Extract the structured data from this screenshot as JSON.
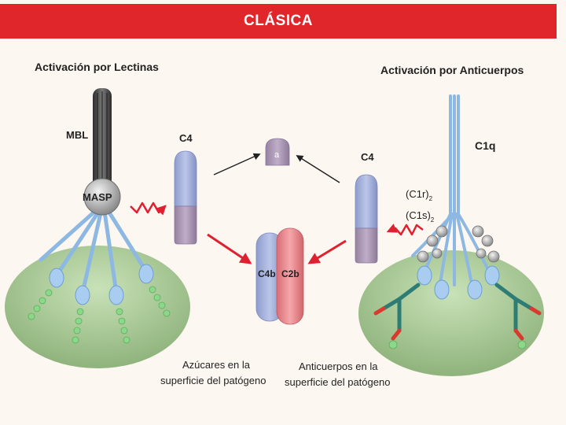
{
  "header": {
    "title": "CLÁSICA"
  },
  "lectin": {
    "title": "Activación por Lectinas",
    "mbl_label": "MBL",
    "masp_label": "MASP",
    "c4_label": "C4",
    "caption_line1": "Azúcares en la",
    "caption_line2": "superficie del patógeno"
  },
  "antibody": {
    "title": "Activación por Anticuerpos",
    "c1q_label": "C1q",
    "c1r_label": "(C1r)",
    "c1r_sub": "2",
    "c1s_label": "(C1s)",
    "c1s_sub": "2",
    "c4_label": "C4",
    "caption_line1": "Anticuerpos en la",
    "caption_line2": "superficie del patógeno"
  },
  "center": {
    "fragment_label": "a",
    "c4b_label": "C4b",
    "c2b_label": "C2b"
  },
  "colors": {
    "banner": "#e0262b",
    "background": "#fdf7f1",
    "cell_green": "#a9c896",
    "c4_blue": "#a8b4dc",
    "c4_mauve": "#a995b2",
    "c2b_pink": "#e98a90",
    "arrow_red": "#e02030",
    "stalk_blue": "#8db8e2",
    "sugar_green": "#8bd88a"
  }
}
